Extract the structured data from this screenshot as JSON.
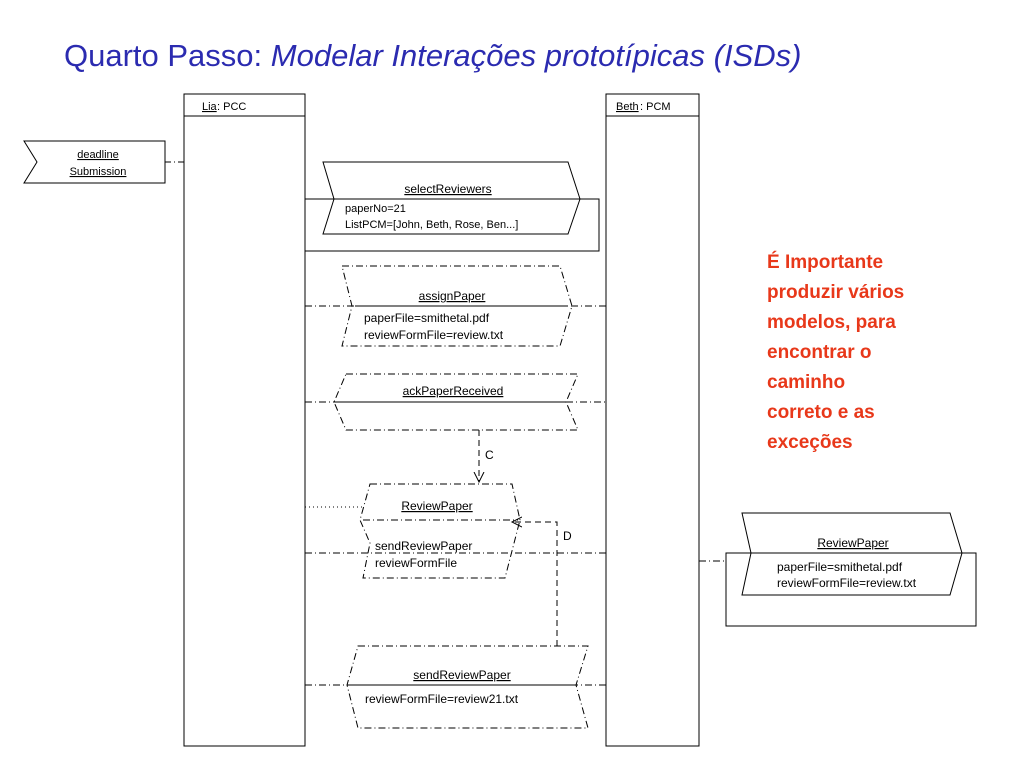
{
  "title": {
    "prefix": "Quarto Passo: ",
    "italic": "Modelar Interações prototípicas (ISDs)"
  },
  "lifelines": [
    {
      "name": "Lia",
      "role": ": PCC"
    },
    {
      "name": "Beth",
      "role": ": PCM"
    }
  ],
  "external_event": {
    "line1": "deadline",
    "line2": "Submission"
  },
  "messages": {
    "select_reviewers": {
      "name": "selectReviewers",
      "params": [
        "paperNo=21",
        "ListPCM=[John, Beth, Rose, Ben...]"
      ]
    },
    "assign_paper": {
      "name": "assignPaper",
      "params": [
        "paperFile=smithetal.pdf",
        "reviewFormFile=review.txt"
      ]
    },
    "ack_paper_received": {
      "name": "ackPaperReceived"
    },
    "review_paper": {
      "name": "ReviewPaper",
      "params": [
        "sendReviewPaper",
        "reviewFormFile"
      ]
    },
    "send_review_paper": {
      "name": "sendReviewPaper",
      "params": [
        "reviewFormFile=review21.txt"
      ]
    },
    "review_paper_right": {
      "name": "ReviewPaper",
      "params": [
        "paperFile=smithetal.pdf",
        "reviewFormFile=review.txt"
      ]
    }
  },
  "connectors": {
    "c_label": "C",
    "d_label": "D"
  },
  "note": {
    "lines": [
      "É Importante",
      "produzir vários",
      "modelos, para",
      "encontrar o",
      "caminho",
      "correto e as",
      "exceções"
    ],
    "color": "#e8381a"
  },
  "colors": {
    "title": "#2b2bb0",
    "lines": "#000000"
  }
}
